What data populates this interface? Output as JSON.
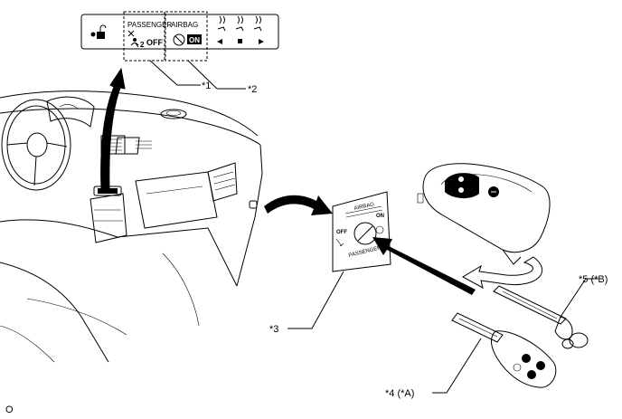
{
  "panel": {
    "passenger_label": "PASSENGER",
    "off_label": "OFF",
    "airbag_label": "AIRBAG",
    "on_label": "ON"
  },
  "callouts": {
    "c1": "*1",
    "c2": "*2",
    "c3": "*3",
    "c4": "*4 (*A)",
    "c5": "*5 (*B)"
  },
  "switch_plate": {
    "airbag_label": "AIRBAG",
    "off_label": "OFF",
    "on_label": "ON",
    "passenger_label": "PASSENGER"
  },
  "figure_code": "O"
}
